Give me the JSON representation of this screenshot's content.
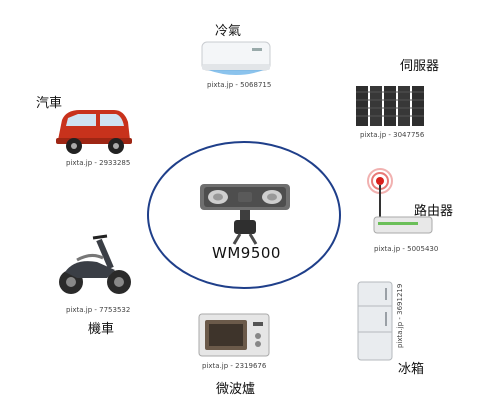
{
  "center": {
    "label": "WM9500"
  },
  "devices": [
    {
      "id": "ac",
      "label": "冷氣",
      "credit": "pixta.jp - 5068715"
    },
    {
      "id": "server",
      "label": "伺服器",
      "credit": "pixta.jp - 3047756"
    },
    {
      "id": "router",
      "label": "路由器",
      "credit": "pixta.jp - 5005430"
    },
    {
      "id": "fridge",
      "label": "冰箱",
      "credit": "pixta.jp - 3691219"
    },
    {
      "id": "microwave",
      "label": "微波爐",
      "credit": "pixta.jp - 2319676"
    },
    {
      "id": "scooter",
      "label": "機車",
      "credit": "pixta.jp - 7753532"
    },
    {
      "id": "car",
      "label": "汽車",
      "credit": "pixta.jp - 2933285"
    }
  ],
  "colors": {
    "ring": "#1f3f8a",
    "car": "#c8321c",
    "router_signal": "#d8201c"
  }
}
